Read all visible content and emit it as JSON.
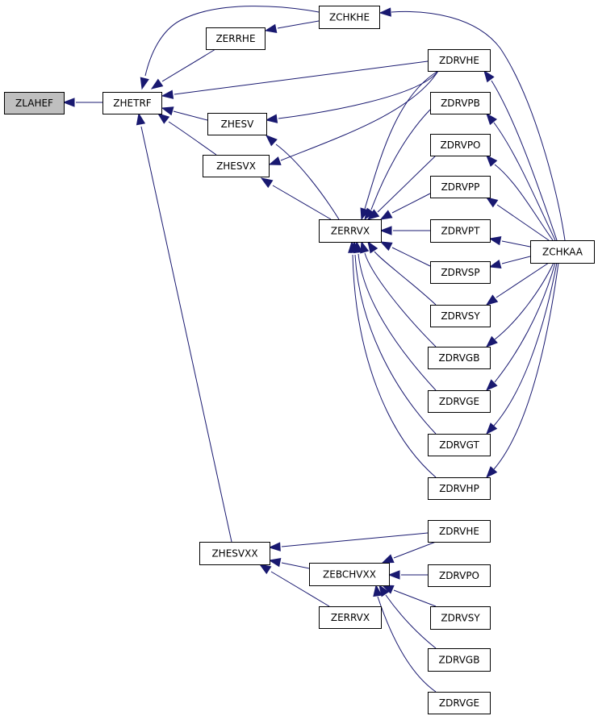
{
  "colors": {
    "edge": "#191970",
    "node_fill": "#ffffff",
    "node_border": "#000000",
    "root_fill": "#bfbfbf"
  },
  "nodes": [
    {
      "id": "zlahef",
      "label": "ZLAHEF",
      "root": true
    },
    {
      "id": "zhetrf",
      "label": "ZHETRF"
    },
    {
      "id": "zerrhe",
      "label": "ZERRHE"
    },
    {
      "id": "zchkhe",
      "label": "ZCHKHE"
    },
    {
      "id": "zhesv",
      "label": "ZHESV"
    },
    {
      "id": "zhesvx",
      "label": "ZHESVX"
    },
    {
      "id": "zerrvx1",
      "label": "ZERRVX"
    },
    {
      "id": "zdrvhe1",
      "label": "ZDRVHE"
    },
    {
      "id": "zdrvpb",
      "label": "ZDRVPB"
    },
    {
      "id": "zdrvpo1",
      "label": "ZDRVPO"
    },
    {
      "id": "zdrvpp",
      "label": "ZDRVPP"
    },
    {
      "id": "zdrvpt",
      "label": "ZDRVPT"
    },
    {
      "id": "zdrvsp",
      "label": "ZDRVSP"
    },
    {
      "id": "zdrvsy1",
      "label": "ZDRVSY"
    },
    {
      "id": "zdrvgb1",
      "label": "ZDRVGB"
    },
    {
      "id": "zdrvge1",
      "label": "ZDRVGE"
    },
    {
      "id": "zdrvgt",
      "label": "ZDRVGT"
    },
    {
      "id": "zdrvhp",
      "label": "ZDRVHP"
    },
    {
      "id": "zchkaa",
      "label": "ZCHKAA"
    },
    {
      "id": "zhesvxx",
      "label": "ZHESVXX"
    },
    {
      "id": "zebchvxx",
      "label": "ZEBCHVXX"
    },
    {
      "id": "zerrvx2",
      "label": "ZERRVX"
    },
    {
      "id": "zdrvhe2",
      "label": "ZDRVHE"
    },
    {
      "id": "zdrvpo2",
      "label": "ZDRVPO"
    },
    {
      "id": "zdrvsy2",
      "label": "ZDRVSY"
    },
    {
      "id": "zdrvgb2",
      "label": "ZDRVGB"
    },
    {
      "id": "zdrvge2",
      "label": "ZDRVGE"
    }
  ],
  "edges": [
    [
      "zhetrf",
      "zlahef"
    ],
    [
      "zerrhe",
      "zhetrf"
    ],
    [
      "zchkhe",
      "zhetrf"
    ],
    [
      "zdrvhe1",
      "zhetrf"
    ],
    [
      "zhesv",
      "zhetrf"
    ],
    [
      "zhesvx",
      "zhetrf"
    ],
    [
      "zhesvxx",
      "zhetrf"
    ],
    [
      "zchkhe",
      "zerrhe"
    ],
    [
      "zchkaa",
      "zchkhe"
    ],
    [
      "zdrvhe1",
      "zhesv"
    ],
    [
      "zerrvx1",
      "zhesv"
    ],
    [
      "zdrvhe1",
      "zhesvx"
    ],
    [
      "zerrvx1",
      "zhesvx"
    ],
    [
      "zdrvhe1",
      "zerrvx1"
    ],
    [
      "zdrvpb",
      "zerrvx1"
    ],
    [
      "zdrvpo1",
      "zerrvx1"
    ],
    [
      "zdrvpp",
      "zerrvx1"
    ],
    [
      "zdrvpt",
      "zerrvx1"
    ],
    [
      "zdrvsp",
      "zerrvx1"
    ],
    [
      "zdrvsy1",
      "zerrvx1"
    ],
    [
      "zdrvgb1",
      "zerrvx1"
    ],
    [
      "zdrvge1",
      "zerrvx1"
    ],
    [
      "zdrvgt",
      "zerrvx1"
    ],
    [
      "zdrvhp",
      "zerrvx1"
    ],
    [
      "zchkaa",
      "zdrvhe1"
    ],
    [
      "zchkaa",
      "zdrvpb"
    ],
    [
      "zchkaa",
      "zdrvpo1"
    ],
    [
      "zchkaa",
      "zdrvpp"
    ],
    [
      "zchkaa",
      "zdrvpt"
    ],
    [
      "zchkaa",
      "zdrvsp"
    ],
    [
      "zchkaa",
      "zdrvsy1"
    ],
    [
      "zchkaa",
      "zdrvgb1"
    ],
    [
      "zchkaa",
      "zdrvge1"
    ],
    [
      "zchkaa",
      "zdrvgt"
    ],
    [
      "zchkaa",
      "zdrvhp"
    ],
    [
      "zdrvhe2",
      "zhesvxx"
    ],
    [
      "zebchvxx",
      "zhesvxx"
    ],
    [
      "zerrvx2",
      "zhesvxx"
    ],
    [
      "zdrvhe2",
      "zebchvxx"
    ],
    [
      "zdrvpo2",
      "zebchvxx"
    ],
    [
      "zdrvsy2",
      "zebchvxx"
    ],
    [
      "zdrvgb2",
      "zebchvxx"
    ],
    [
      "zdrvge2",
      "zebchvxx"
    ]
  ]
}
